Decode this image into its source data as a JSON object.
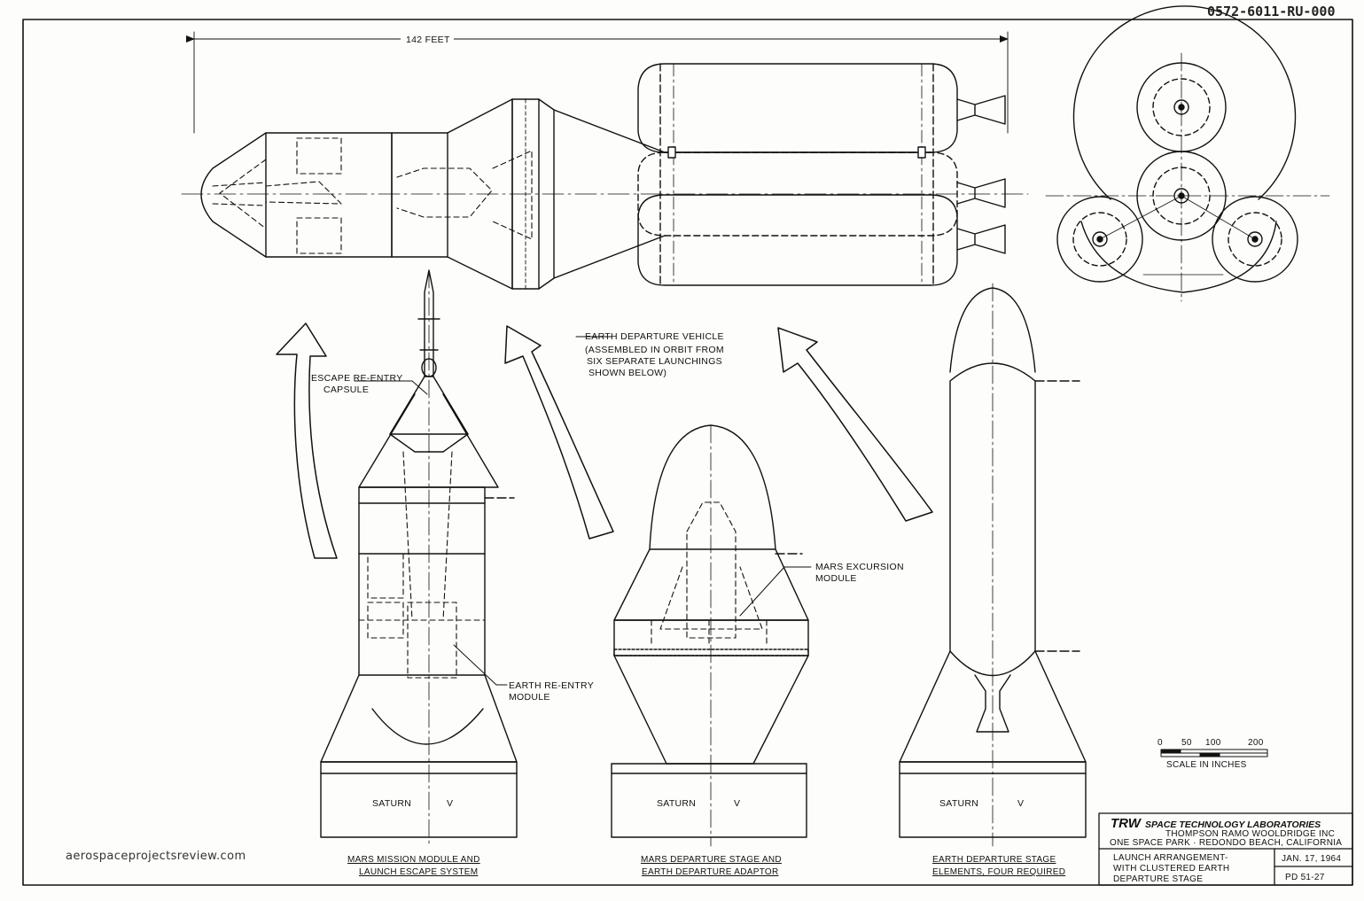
{
  "document_number": "0572-6011-RU-000",
  "watermark": "aerospaceprojectsreview.com",
  "dimension": {
    "overall_length": "142 FEET"
  },
  "callouts": {
    "escape_capsule": [
      "ESCAPE RE-ENTRY",
      "CAPSULE"
    ],
    "earth_departure_vehicle": [
      "EARTH DEPARTURE VEHICLE",
      "(ASSEMBLED IN ORBIT FROM",
      "SIX SEPARATE LAUNCHINGS",
      "SHOWN BELOW)"
    ],
    "mars_excursion_module": [
      "MARS EXCURSION",
      "MODULE"
    ],
    "earth_reentry_module": [
      "EARTH RE-ENTRY",
      "MODULE"
    ]
  },
  "boosters": {
    "saturn_1": {
      "name": "SATURN",
      "numeral": "V"
    },
    "saturn_2": {
      "name": "SATURN",
      "numeral": "V"
    },
    "saturn_3": {
      "name": "SATURN",
      "numeral": "V"
    }
  },
  "captions": {
    "left": [
      "MARS MISSION MODULE AND",
      "LAUNCH ESCAPE SYSTEM"
    ],
    "center": [
      "MARS DEPARTURE STAGE AND",
      "EARTH DEPARTURE ADAPTOR"
    ],
    "right": [
      "EARTH DEPARTURE STAGE",
      "ELEMENTS, FOUR REQUIRED"
    ]
  },
  "scale": {
    "ticks": [
      "0",
      "50",
      "100",
      "200"
    ],
    "label": "SCALE IN INCHES"
  },
  "title_block": {
    "company_logo": "TRW",
    "company_name": "SPACE TECHNOLOGY LABORATORIES",
    "parent": "THOMPSON RAMO WOOLDRIDGE INC",
    "address": "ONE SPACE PARK · REDONDO BEACH, CALIFORNIA",
    "title_lines": [
      "LAUNCH ARRANGEMENT-",
      "WITH CLUSTERED EARTH",
      "DEPARTURE STAGE"
    ],
    "date": "JAN. 17, 1964",
    "drawing_number": "PD 51-27"
  }
}
